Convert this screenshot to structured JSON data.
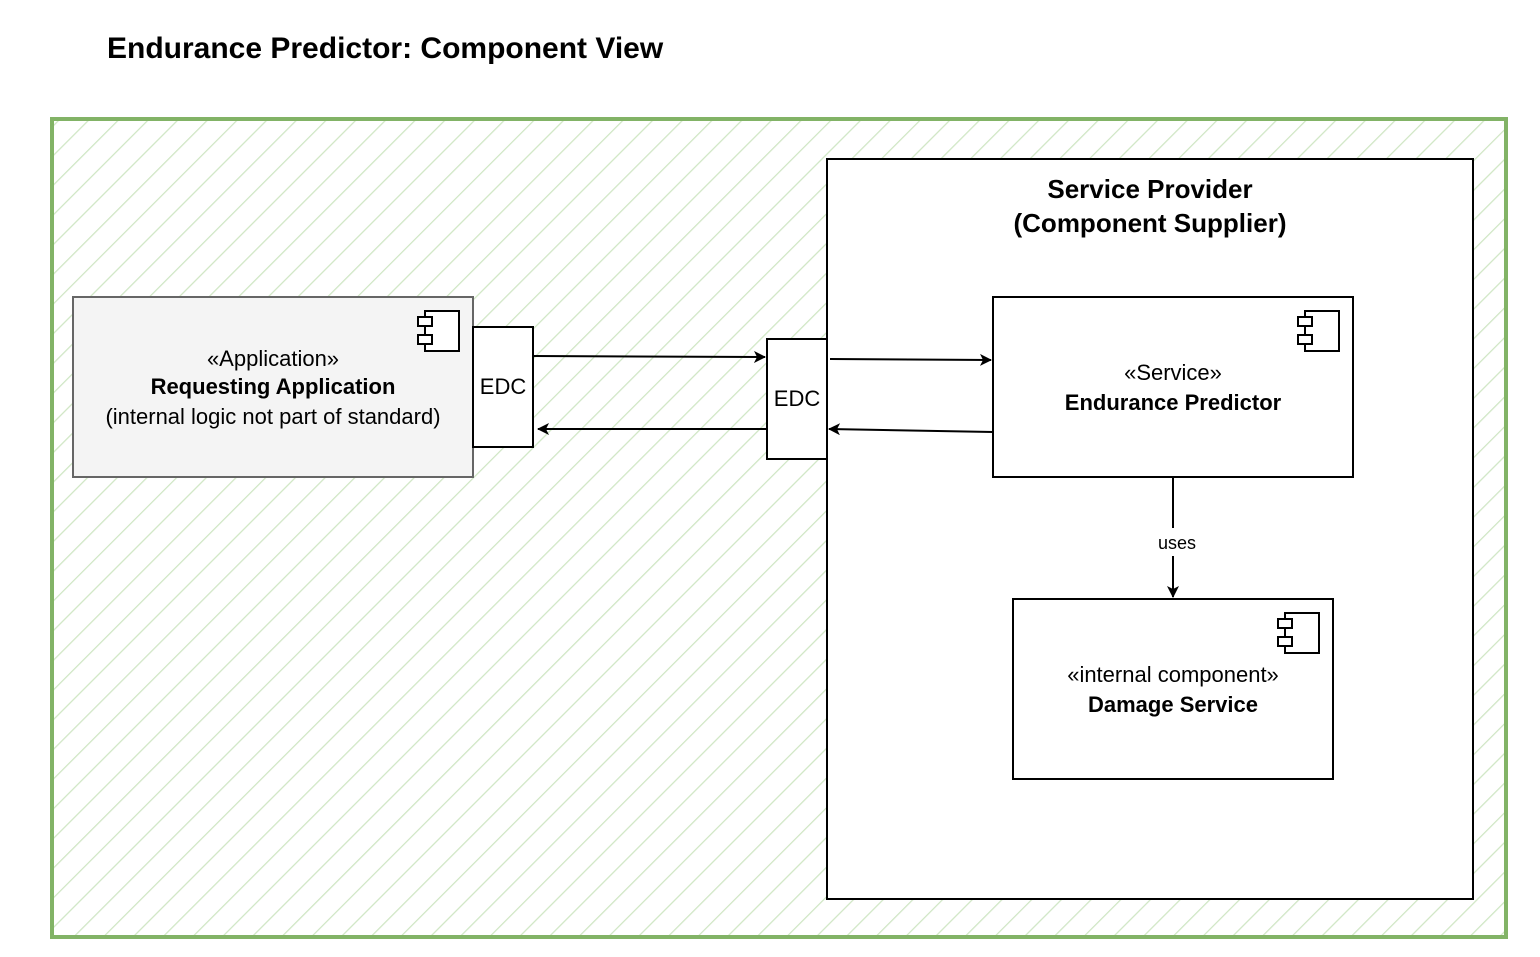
{
  "title": "Endurance Predictor: Component View",
  "colors": {
    "boundary_border": "#82b366",
    "hatch": "#cfe6c4",
    "requesting_app_fill": "#f4f4f4",
    "requesting_app_border": "#666666",
    "box_fill": "#ffffff",
    "line": "#000000"
  },
  "boundary": {
    "icon": "hatched-boundary"
  },
  "requesting_app": {
    "stereotype": "«Application»",
    "name": "Requesting Application",
    "note": "(internal logic not part of standard)",
    "icon": "component-icon"
  },
  "edc_left": {
    "label": "EDC"
  },
  "edc_right": {
    "label": "EDC"
  },
  "service_provider": {
    "title_line1": "Service Provider",
    "title_line2": "(Component Supplier)"
  },
  "endurance_predictor": {
    "stereotype": "«Service»",
    "name": "Endurance Predictor",
    "icon": "component-icon"
  },
  "damage_service": {
    "stereotype": "«internal component»",
    "name": "Damage Service",
    "icon": "component-icon"
  },
  "uses_label": "uses"
}
